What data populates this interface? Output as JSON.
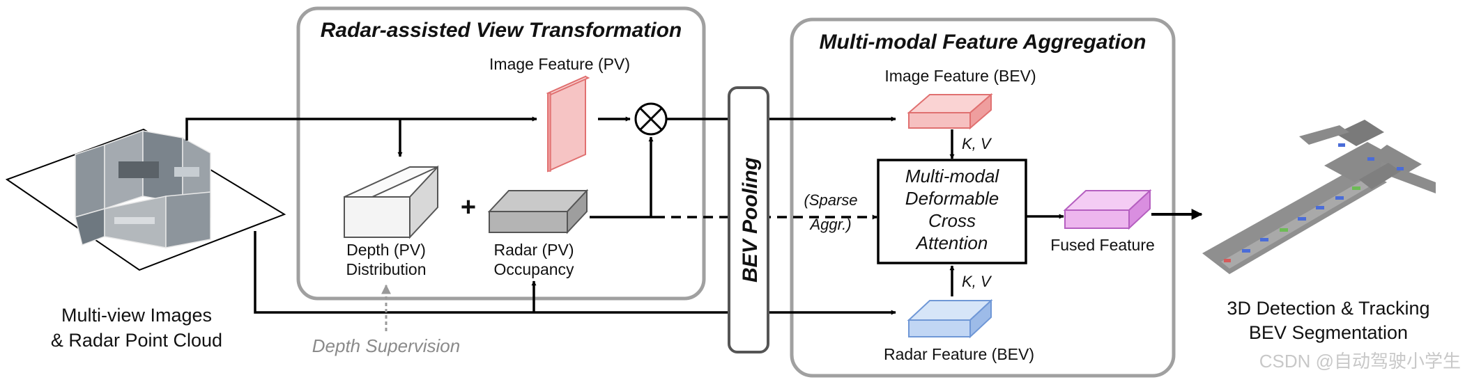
{
  "sections": {
    "rvt_title": "Radar-assisted View Transformation",
    "mfa_title": "Multi-modal Feature Aggregation",
    "bev_pooling": "BEV Pooling"
  },
  "input": {
    "line1": "Multi-view Images",
    "line2": "& Radar Point Cloud"
  },
  "pv": {
    "image_feature": "Image Feature (PV)",
    "depth_line1": "Depth (PV)",
    "depth_line2": "Distribution",
    "radar_line1": "Radar (PV)",
    "radar_line2": "Occupancy",
    "plus": "+",
    "depth_supervision": "Depth Supervision"
  },
  "bev": {
    "image_feature": "Image Feature (BEV)",
    "radar_feature": "Radar Feature (BEV)",
    "kv_top": "K, V",
    "kv_bottom": "K, V",
    "sparse_line1": "(Sparse",
    "sparse_line2": "Aggr.)",
    "attn_line1": "Multi-modal",
    "attn_line2": "Deformable",
    "attn_line3": "Cross",
    "attn_line4": "Attention",
    "fused": "Fused Feature"
  },
  "output": {
    "line1": "3D Detection & Tracking",
    "line2": "BEV Segmentation"
  },
  "watermark": "CSDN @自动驾驶小学生",
  "colors": {
    "image_feature_fill": "#f6c4c4",
    "image_feature_stroke": "#e07070",
    "radar_feature_fill": "#c9dcf6",
    "radar_feature_stroke": "#6f97d6",
    "fused_fill": "#efb8ef",
    "fused_stroke": "#b55fc0",
    "depth_fill": "#f5f5f5",
    "radar_pv_fill": "#b7b7b7",
    "section_border": "#9a9a9a"
  }
}
